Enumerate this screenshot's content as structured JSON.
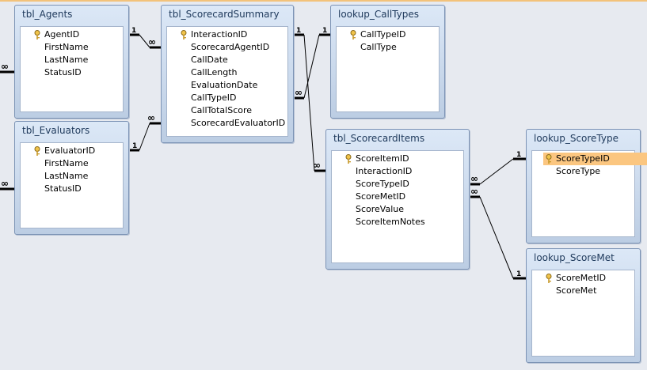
{
  "tables": [
    {
      "id": "agents",
      "title": "tbl_Agents",
      "fields": [
        {
          "name": "AgentID",
          "key": true
        },
        {
          "name": "FirstName"
        },
        {
          "name": "LastName"
        },
        {
          "name": "StatusID"
        }
      ]
    },
    {
      "id": "evaluators",
      "title": "tbl_Evaluators",
      "fields": [
        {
          "name": "EvaluatorID",
          "key": true
        },
        {
          "name": "FirstName"
        },
        {
          "name": "LastName"
        },
        {
          "name": "StatusID"
        }
      ]
    },
    {
      "id": "scorecardsummary",
      "title": "tbl_ScorecardSummary",
      "fields": [
        {
          "name": "InteractionID",
          "key": true
        },
        {
          "name": "ScorecardAgentID"
        },
        {
          "name": "CallDate"
        },
        {
          "name": "CallLength"
        },
        {
          "name": "EvaluationDate"
        },
        {
          "name": "CallTypeID"
        },
        {
          "name": "CallTotalScore"
        },
        {
          "name": "ScorecardEvaluatorID"
        }
      ]
    },
    {
      "id": "calltypes",
      "title": "lookup_CallTypes",
      "fields": [
        {
          "name": "CallTypeID",
          "key": true
        },
        {
          "name": "CallType"
        }
      ]
    },
    {
      "id": "scorecarditems",
      "title": "tbl_ScorecardItems",
      "fields": [
        {
          "name": "ScoreItemID",
          "key": true
        },
        {
          "name": "InteractionID"
        },
        {
          "name": "ScoreTypeID"
        },
        {
          "name": "ScoreMetID"
        },
        {
          "name": "ScoreValue"
        },
        {
          "name": "ScoreItemNotes"
        }
      ]
    },
    {
      "id": "scoretype",
      "title": "lookup_ScoreType",
      "fields": [
        {
          "name": "ScoreTypeID",
          "key": true,
          "selected": true
        },
        {
          "name": "ScoreType"
        }
      ]
    },
    {
      "id": "scoremet",
      "title": "lookup_ScoreMet",
      "fields": [
        {
          "name": "ScoreMetID",
          "key": true
        },
        {
          "name": "ScoreMet"
        }
      ]
    }
  ],
  "cardinality": {
    "one": "1",
    "many": "∞"
  },
  "colors": {
    "selection": "#fbc680",
    "title_text": "#1e395b",
    "border": "#7c93b5",
    "background": "#e7eaf0"
  }
}
